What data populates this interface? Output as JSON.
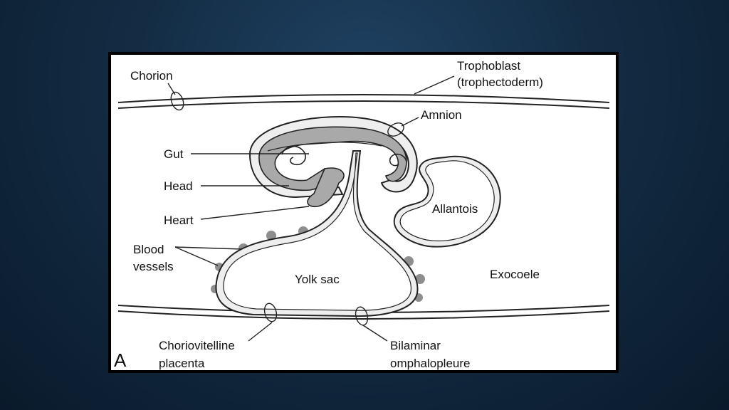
{
  "colors": {
    "background": "#132c44",
    "tissue_fill": "#eeeeee",
    "embryo_fill": "#a9a9a9",
    "vessel_fill": "#8e8e8e",
    "outline": "#222222"
  },
  "labels": {
    "chorion": "Chorion",
    "trophoblast_line1": "Trophoblast",
    "trophoblast_line2": "(trophectoderm)",
    "amnion": "Amnion",
    "gut": "Gut",
    "head": "Head",
    "heart": "Heart",
    "blood_vessels_line1": "Blood",
    "blood_vessels_line2": "vessels",
    "allantois": "Allantois",
    "yolk_sac": "Yolk sac",
    "exocoele": "Exocoele",
    "choriovitelline_line1": "Choriovitelline",
    "choriovitelline_line2": "placenta",
    "bilaminar_line1": "Bilaminar",
    "bilaminar_line2": "omphalopleure",
    "panel_letter": "A"
  }
}
